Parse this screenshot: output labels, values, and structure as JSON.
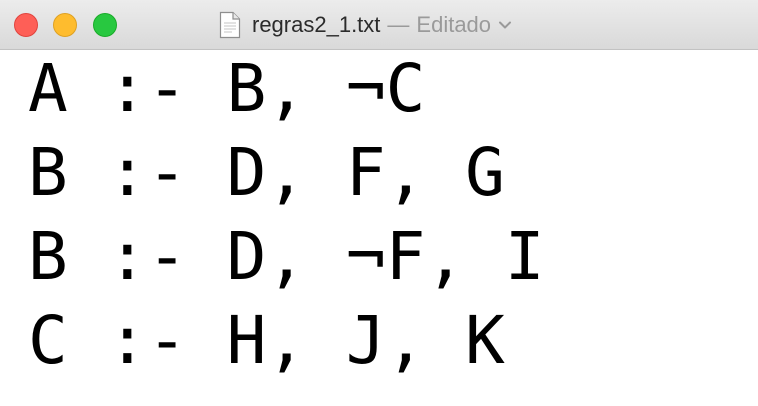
{
  "window": {
    "filename": "regras2_1.txt",
    "separator": "—",
    "status": "Editado",
    "icons": {
      "close": "close-button",
      "minimize": "minimize-button",
      "zoom": "zoom-button",
      "document": "document-icon",
      "chevron": "chevron-down-icon"
    }
  },
  "editor": {
    "lines": [
      "A :- B, ¬C",
      "B :- D, F, G",
      "B :- D, ¬F, I",
      "C :- H, J, K"
    ]
  },
  "colors": {
    "close": "#fe5f57",
    "minimize": "#febc2e",
    "zoom": "#28c840",
    "titlebar": "#e3e3e3",
    "text": "#000000",
    "status_text": "#9a9a9a"
  }
}
